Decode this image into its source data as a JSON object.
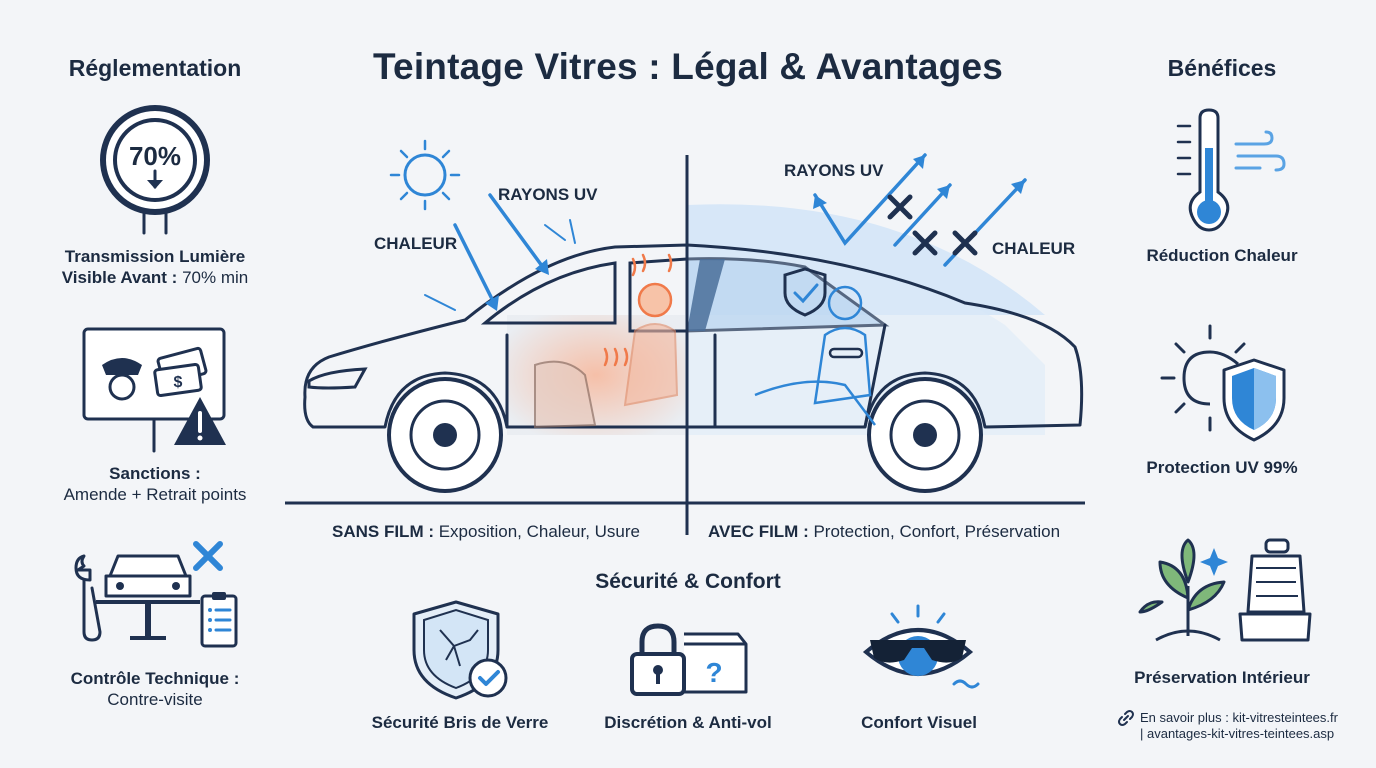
{
  "title": "Teintage Vitres : Légal & Avantages",
  "left": {
    "heading": "Réglementation",
    "items": [
      {
        "icon": "speed-sign-icon",
        "sign_text": "70%",
        "title": "Transmission Lumière",
        "line2_bold": "Visible Avant :",
        "line2_rest": " 70% min"
      },
      {
        "icon": "police-fine-warning-icon",
        "title": "Sanctions :",
        "detail": "Amende + Retrait points"
      },
      {
        "icon": "inspection-lift-icon",
        "title": "Contrôle Technique :",
        "detail": "Contre-visite"
      }
    ]
  },
  "right": {
    "heading": "Bénéfices",
    "items": [
      {
        "icon": "thermometer-icon",
        "label": "Réduction Chaleur"
      },
      {
        "icon": "sun-shield-icon",
        "label": "Protection UV 99%"
      },
      {
        "icon": "plant-seat-icon",
        "label": "Préservation Intérieur"
      }
    ],
    "link_icon": "link-icon",
    "link_line1": "En savoir plus : kit-vitresteintees.fr",
    "link_line2": "| avantages-kit-vitres-teintees.asp"
  },
  "car": {
    "left_rays_label_uv": "RAYONS UV",
    "left_rays_label_heat": "CHALEUR",
    "right_rays_label_uv": "RAYONS UV",
    "right_rays_label_heat": "CHALEUR",
    "left_caption_bold": "SANS FILM :",
    "left_caption_rest": " Exposition, Chaleur, Usure",
    "right_caption_bold": "AVEC FILM :",
    "right_caption_rest": " Protection, Confort, Préservation"
  },
  "safety": {
    "heading": "Sécurité & Confort",
    "items": [
      {
        "icon": "cracked-shield-check-icon",
        "label": "Sécurité Bris de Verre"
      },
      {
        "icon": "padlock-box-icon",
        "label": "Discrétion & Anti-vol"
      },
      {
        "icon": "eye-sunglasses-icon",
        "label": "Confort Visuel"
      }
    ]
  },
  "colors": {
    "navy": "#1c2b41",
    "blue": "#2f86d6",
    "orange": "#f07a4a",
    "green": "#7fb87a"
  }
}
